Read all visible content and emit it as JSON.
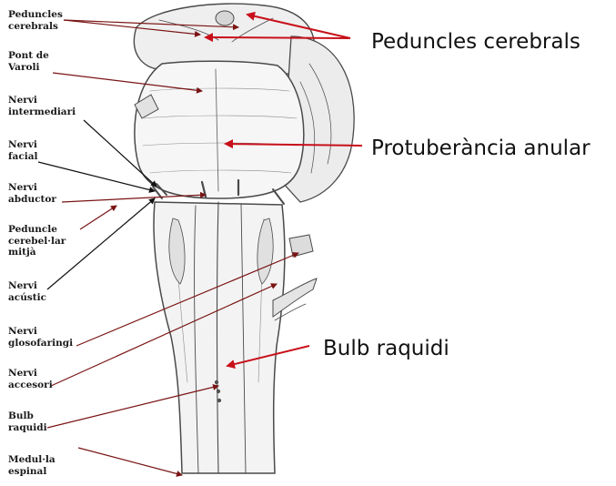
{
  "colors": {
    "arrow_red": "#c8101a",
    "leader_dark_red": "#7a1414",
    "leader_black": "#111111",
    "sketch_line": "#4a4a4a",
    "sketch_shade": "#bdbdbd"
  },
  "left_labels": [
    "Peduncles\ncerebrals",
    "Pont de\nVaroli",
    "Nervi\nintermediari",
    "Nervi\nfacial",
    "Nervi\nabductor",
    "Peduncle\ncerebel·lar\nmitjà",
    "Nervi\nacústic",
    "Nervi\nglosofaringi",
    "Nervi\naccesori",
    "Bulb\nraquidi",
    "Medul·la\nespinal"
  ],
  "right_labels": [
    "Peduncles cerebrals",
    "Protuberància anular",
    "Bulb raquidi"
  ]
}
